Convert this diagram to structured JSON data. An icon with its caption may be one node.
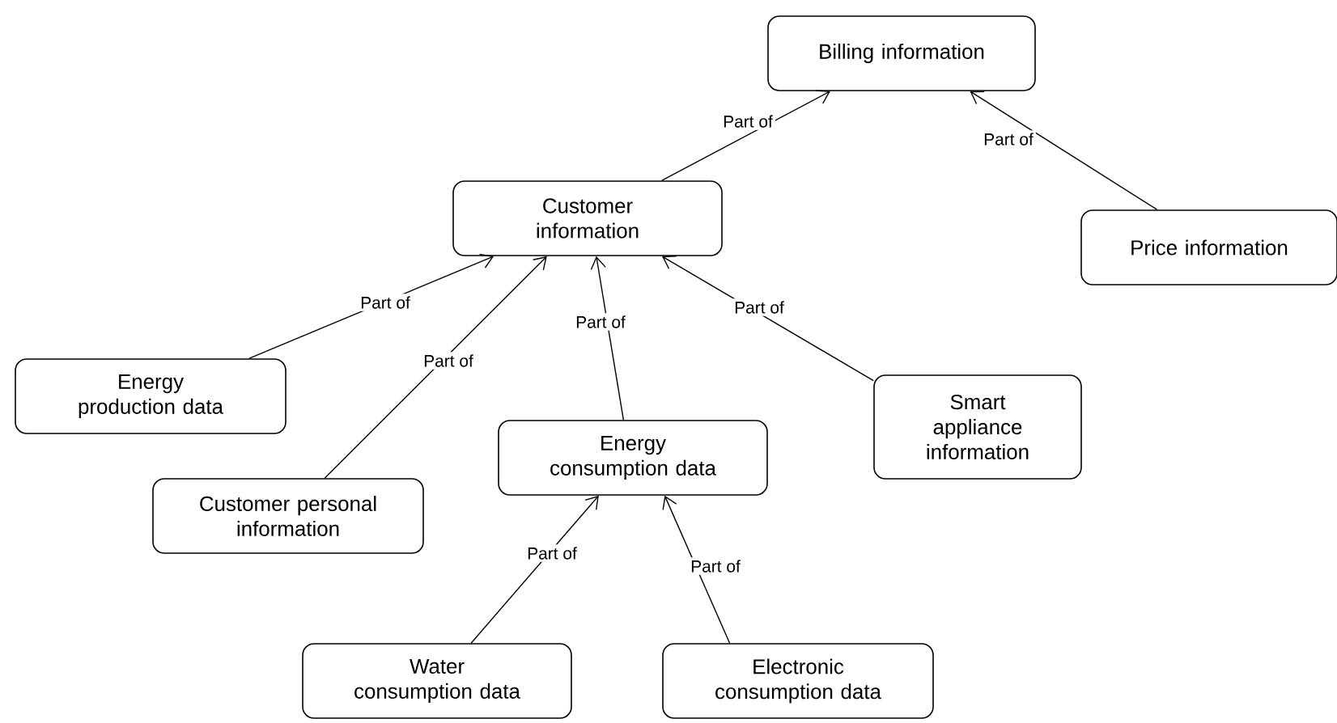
{
  "diagram": {
    "nodes": [
      {
        "text": [
          "Billing information"
        ]
      },
      {
        "text": [
          "Customer information"
        ]
      },
      {
        "text": [
          "Price information"
        ]
      },
      {
        "text": [
          "Energy production data"
        ]
      },
      {
        "text": [
          "Customer personal information"
        ]
      },
      {
        "text": [
          "Energy consumption data"
        ]
      },
      {
        "text": [
          "Smart appliance information"
        ]
      },
      {
        "text": [
          "Water consumption data"
        ]
      },
      {
        "text": [
          "Electronic consumption data"
        ]
      }
    ],
    "edges": [
      {
        "from": 1,
        "to": 0,
        "arrow": "to",
        "label": "Part of"
      },
      {
        "from": 2,
        "to": 0,
        "arrow": "to",
        "label": "Part of"
      },
      {
        "from": 3,
        "to": 1,
        "arrow": "to",
        "label": "Part of"
      },
      {
        "from": 4,
        "to": 1,
        "arrow": "to",
        "label": "Part of"
      },
      {
        "from": 5,
        "to": 1,
        "arrow": "to",
        "label": "Part of"
      },
      {
        "from": 6,
        "to": 1,
        "arrow": "to",
        "label": "Part of"
      },
      {
        "from": 7,
        "to": 5,
        "arrow": "to",
        "label": "Part of"
      },
      {
        "from": 8,
        "to": 5,
        "arrow": "to",
        "label": "Part of"
      }
    ]
  }
}
